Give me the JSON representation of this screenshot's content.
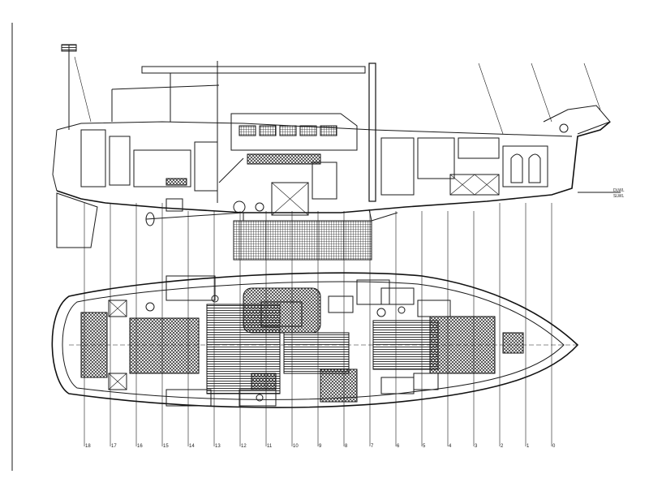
{
  "drawing": {
    "stations": [
      "18",
      "17",
      "16",
      "15",
      "14",
      "13",
      "12",
      "11",
      "10",
      "9",
      "8",
      "7",
      "6",
      "5",
      "4",
      "3",
      "2",
      "1",
      "0"
    ],
    "waterline_labels": [
      "DLWL",
      "SLWL"
    ]
  }
}
